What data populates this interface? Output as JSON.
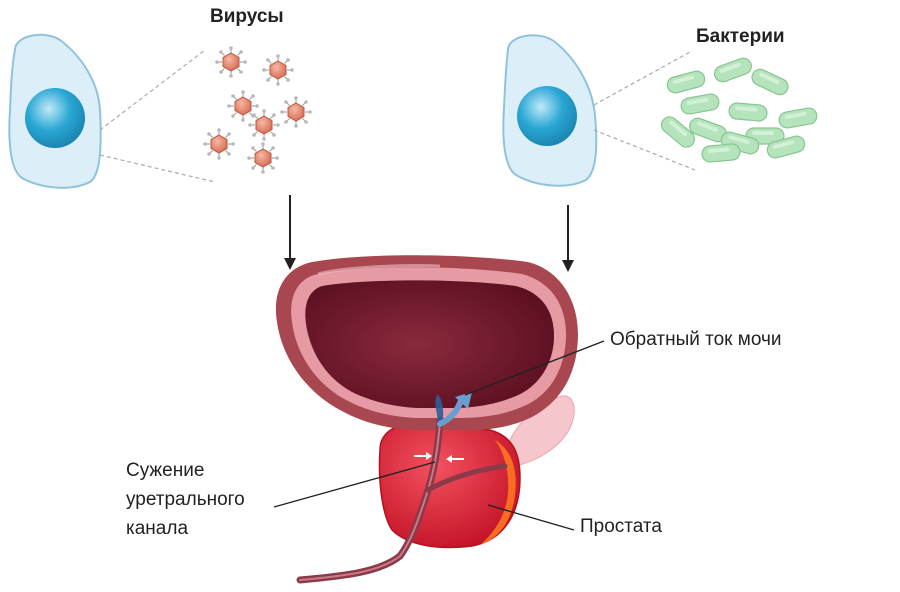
{
  "labels": {
    "viruses": "Вирусы",
    "bacteria": "Бактерии",
    "urine_reflux": "Обратный ток мочи",
    "urethral_narrowing": [
      "Сужение",
      "уретрального",
      "канала"
    ],
    "prostate": "Простата"
  },
  "colors": {
    "cell_fill": "#dceff8",
    "cell_stroke": "#8fc3dc",
    "nucleus": "#2aa7d4",
    "virus": "#e8876e",
    "bacteria": "#a8dcb0",
    "bladder_outer": "#a8474f",
    "bladder_inner": "#6e1526",
    "prostate": "#e8283a",
    "urethra": "#8a3a48",
    "reflux_arrow": "#6a9ed0"
  }
}
